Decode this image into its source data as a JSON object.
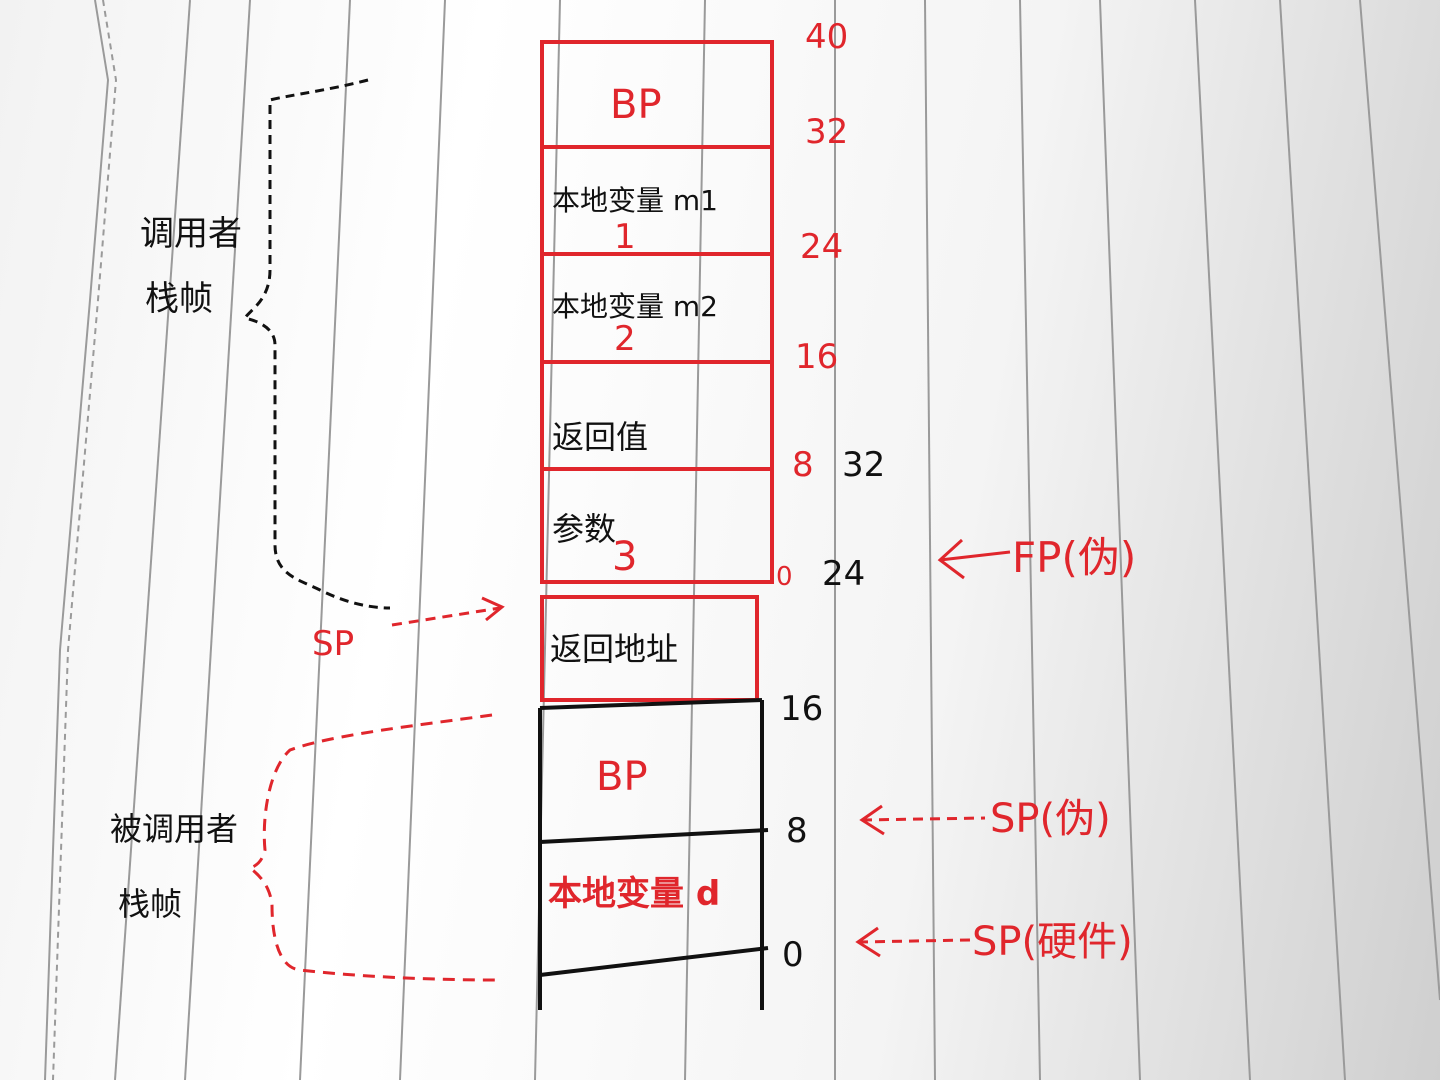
{
  "colors": {
    "ink_red": "#e0262c",
    "ink_black": "#111111",
    "paper": "#f7f7f7",
    "ruling": "#9a9a9a"
  },
  "caller_frame": {
    "label_line1": "调用者",
    "label_line2": "栈帧",
    "cells": [
      {
        "text": "BP"
      },
      {
        "text": "本地变量 m1",
        "digit": "1"
      },
      {
        "text": "本地变量 m2",
        "digit": "2"
      },
      {
        "text": "返回值"
      },
      {
        "text": "参数",
        "digit": "3"
      },
      {
        "text": "返回地址"
      }
    ],
    "offsets_red": [
      "40",
      "32",
      "24",
      "16",
      "8",
      "0"
    ],
    "offsets_black": [
      "32",
      "24",
      "16"
    ]
  },
  "callee_frame": {
    "label_line1": "被调用者",
    "label_line2": "栈帧",
    "cells": [
      {
        "text": "BP"
      },
      {
        "text": "本地变量 d"
      }
    ],
    "offsets_black": [
      "8",
      "0"
    ]
  },
  "pointers": {
    "sp_left": "SP",
    "fp_virtual": "FP(伪)",
    "sp_virtual": "SP(伪)",
    "sp_hardware": "SP(硬件)"
  }
}
